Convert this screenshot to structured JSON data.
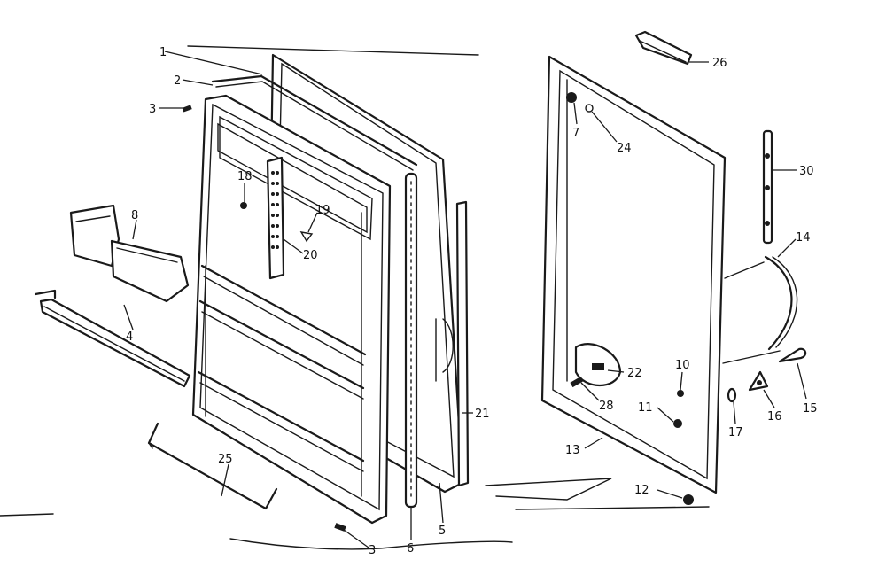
{
  "callouts": {
    "c1": "1",
    "c2": "2",
    "c3a": "3",
    "c3b": "3",
    "c4": "4",
    "c5": "5",
    "c6": "6",
    "c7": "7",
    "c8": "8",
    "c10": "10",
    "c11": "11",
    "c12": "12",
    "c13": "13",
    "c14": "14",
    "c15": "15",
    "c16": "16",
    "c17": "17",
    "c18": "18",
    "c19": "19",
    "c20": "20",
    "c21": "21",
    "c22": "22",
    "c24": "24",
    "c25": "25",
    "c26": "26",
    "c28": "28",
    "c30": "30"
  },
  "colors": {
    "ink": "#1a1a1a",
    "paper": "#ffffff"
  }
}
